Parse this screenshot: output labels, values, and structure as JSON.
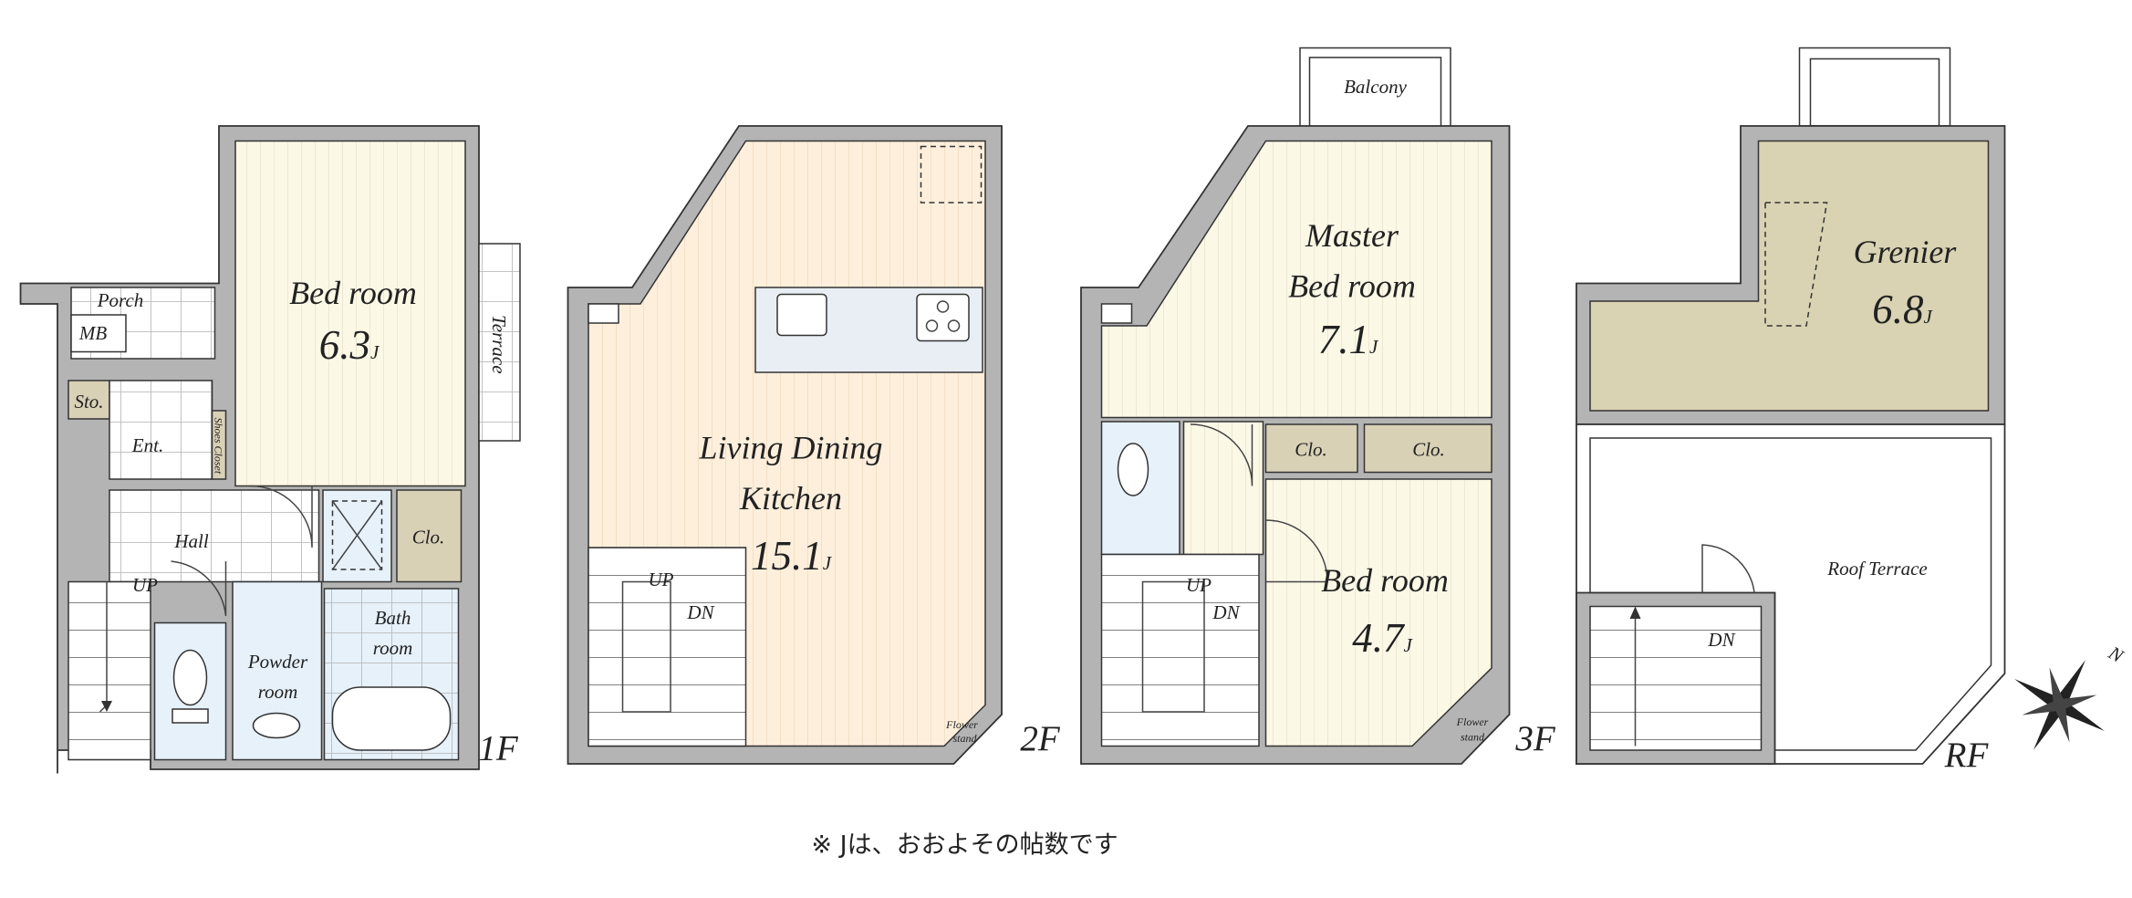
{
  "colors": {
    "wall": "#b4b4b4",
    "bedroom_floor": "#fbf8e6",
    "ldk_floor": "#fdefdc",
    "storage": "#d9d1b6",
    "wet_area": "#e6f1fa",
    "grenier": "#d9d3b3",
    "tile": "#ffffff"
  },
  "floors": {
    "f1": {
      "label": "1F",
      "rooms": {
        "bedroom": {
          "name": "Bed room",
          "area": "6.3",
          "unit": "J"
        },
        "porch": "Porch",
        "mb": "MB",
        "sto": "Sto.",
        "ent": "Ent.",
        "shoes_closet": "Shoes Closet",
        "hall": "Hall",
        "up": "UP",
        "clo": "Clo.",
        "bath_1": "Bath",
        "bath_2": "room",
        "powder_1": "Powder",
        "powder_2": "room",
        "terrace": "Terrace"
      }
    },
    "f2": {
      "label": "2F",
      "rooms": {
        "ldk_1": "Living Dining",
        "ldk_2": "Kitchen",
        "area": "15.1",
        "unit": "J",
        "up": "UP",
        "dn": "DN",
        "flower_1": "Flower",
        "flower_2": "stand"
      }
    },
    "f3": {
      "label": "3F",
      "rooms": {
        "balcony": "Balcony",
        "master_1": "Master",
        "master_2": "Bed room",
        "master_area": "7.1",
        "unit": "J",
        "clo_a": "Clo.",
        "clo_b": "Clo.",
        "bedroom": "Bed room",
        "bedroom_area": "4.7",
        "up": "UP",
        "dn": "DN",
        "flower_1": "Flower",
        "flower_2": "stand"
      }
    },
    "rf": {
      "label": "RF",
      "rooms": {
        "grenier": "Grenier",
        "area": "6.8",
        "unit": "J",
        "roof_terrace": "Roof Terrace",
        "dn": "DN"
      }
    }
  },
  "compass": {
    "label": "N",
    "icon": "compass-rose-icon"
  },
  "note": "※ Jは、おおよその帖数です"
}
